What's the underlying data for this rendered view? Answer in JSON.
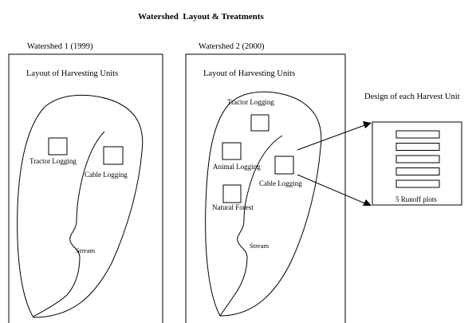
{
  "title": "Watershed  Layout & Treatments",
  "watershed1": {
    "heading": "Watershed 1 (1999)",
    "panel_title": "Layout of Harvesting Units",
    "units": [
      {
        "id": "tractor",
        "label": "Tractor Logging"
      },
      {
        "id": "cable",
        "label": "Cable Logging"
      }
    ],
    "stream_label": "Stream"
  },
  "watershed2": {
    "heading": "Watershed 2 (2000)",
    "panel_title": "Layout of Harvesting Units",
    "units": [
      {
        "id": "tractor",
        "label": "Tractor Logging"
      },
      {
        "id": "animal",
        "label": "Animal Logging"
      },
      {
        "id": "cable",
        "label": "Cable Logging"
      },
      {
        "id": "natural",
        "label": "Natural Forest"
      }
    ],
    "stream_label": "Stream"
  },
  "harvest_unit_design": {
    "heading": "Design of each Harvest Unit",
    "runoff_plot_count": 5,
    "caption": "5 Runoff plots"
  }
}
